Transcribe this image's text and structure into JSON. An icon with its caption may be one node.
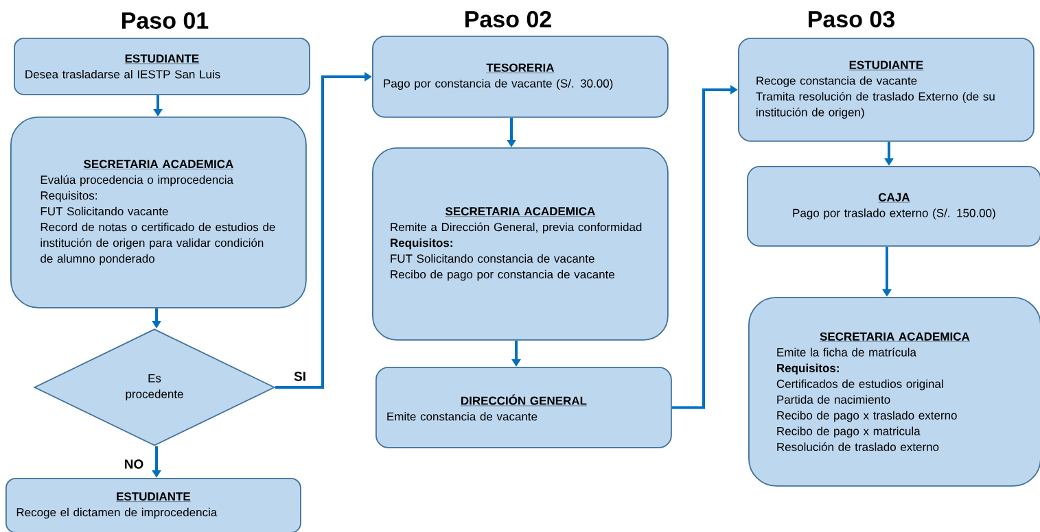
{
  "diagram": {
    "nodes": [
      {
        "text": [
          "ESTUDIANTE",
          "Desea trasladarse al IESTP San Luis"
        ]
      },
      {
        "text": [
          "SECRETARIA ACADEMICA",
          "Evalúa procedencia o improcedencia",
          "Requisitos:",
          "FUT Solicitando vacante",
          "Record de notas o certificado de estudios de institución de origen para validar condición de alumno ponderado"
        ]
      },
      {
        "text": [
          "Es procedente"
        ]
      },
      {
        "text": [
          "ESTUDIANTE",
          "Recoge el dictamen de improcedencia"
        ]
      },
      {
        "text": [
          "TESORERIA",
          "Pago por constancia de vacante (S/. 30.00)"
        ]
      },
      {
        "text": [
          "SECRETARIA ACADEMICA",
          "Remite a Dirección General, previa conformidad",
          "**Requisitos:**",
          "FUT Solicitando constancia de vacante",
          "Recibo de pago por constancia de vacante"
        ]
      },
      {
        "text": [
          "DIRECCIÓN GENERAL",
          "Emite constancia de vacante"
        ]
      },
      {
        "text": [
          "ESTUDIANTE",
          "Recoge constancia de vacante",
          "Tramita resolución de traslado Externo (de su institución de origen)"
        ]
      },
      {
        "text": [
          "CAJA",
          "Pago por traslado externo (S/. 150.00)"
        ]
      },
      {
        "text": [
          "SECRETARIA ACADEMICA",
          "Emite la ficha de matrícula",
          "**Requisitos:**",
          "Certificados de estudios original",
          "Partida de nacimiento",
          "Recibo de pago x traslado externo",
          "Recibo de pago x matricula",
          "Resolución de traslado externo"
        ]
      }
    ],
    "edges": [
      {
        "from": 0,
        "to": 1,
        "arrow": "to"
      },
      {
        "from": 1,
        "to": 2,
        "arrow": "to"
      },
      {
        "from": 2,
        "to": 4,
        "arrow": "to",
        "label": "SI"
      },
      {
        "from": 2,
        "to": 3,
        "arrow": "to",
        "label": "NO"
      },
      {
        "from": 4,
        "to": 5,
        "arrow": "to"
      },
      {
        "from": 5,
        "to": 6,
        "arrow": "to"
      },
      {
        "from": 6,
        "to": 7,
        "arrow": "to"
      },
      {
        "from": 7,
        "to": 8,
        "arrow": "to"
      },
      {
        "from": 8,
        "to": 9,
        "arrow": "to"
      }
    ],
    "labels": [
      "Paso 01",
      "Paso 02",
      "Paso 03"
    ]
  }
}
